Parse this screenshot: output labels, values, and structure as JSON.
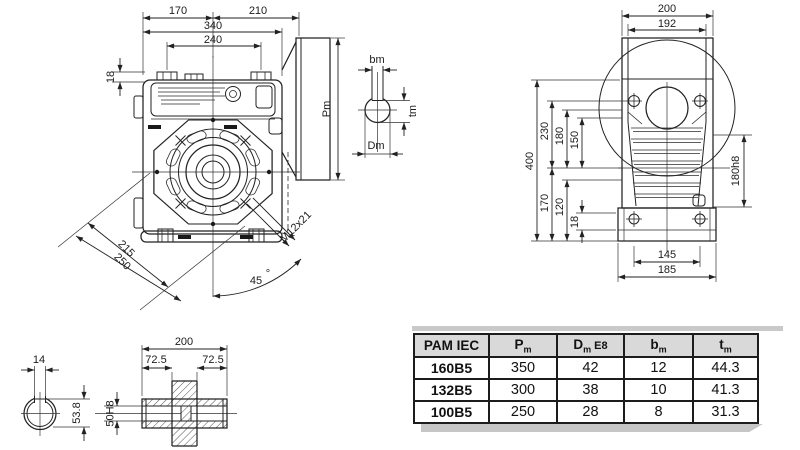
{
  "colors": {
    "line": "#222222",
    "table_header_bg": "#d9d9d9",
    "shadow": "#c6c6c6",
    "background": "#ffffff"
  },
  "front_view": {
    "labels": {
      "d170": "170",
      "d210": "210",
      "d340": "340",
      "d240": "240",
      "d18": "18",
      "pm": "Pm",
      "d215": "215",
      "d250": "250",
      "thread": "M12x21",
      "angle": "45",
      "degree": "°"
    }
  },
  "key_detail": {
    "labels": {
      "bm": "bm",
      "tm": "tm",
      "dm": "Dm"
    }
  },
  "side_view": {
    "labels": {
      "d200": "200",
      "d192": "192",
      "d400": "400",
      "d230": "230",
      "d180": "180",
      "d150": "150",
      "d170": "170",
      "d120": "120",
      "d18": "18",
      "d180h8": "180h8",
      "d145": "145",
      "d185": "185"
    }
  },
  "shaft_view": {
    "labels": {
      "d14": "14",
      "d53_8": "53.8",
      "d200": "200",
      "d72_5a": "72.5",
      "d72_5b": "72.5",
      "d50h8": "50H8"
    }
  },
  "table": {
    "headers": {
      "pam": "PAM IEC",
      "p_main": "P",
      "p_sub": "m",
      "d_main": "D",
      "d_sub": "m",
      "d_suffix": "E8",
      "b_main": "b",
      "b_sub": "m",
      "t_main": "t",
      "t_sub": "m"
    },
    "rows": [
      [
        "160B5",
        "350",
        "42",
        "12",
        "44.3"
      ],
      [
        "132B5",
        "300",
        "38",
        "10",
        "41.3"
      ],
      [
        "100B5",
        "250",
        "28",
        "8",
        "31.3"
      ]
    ]
  }
}
